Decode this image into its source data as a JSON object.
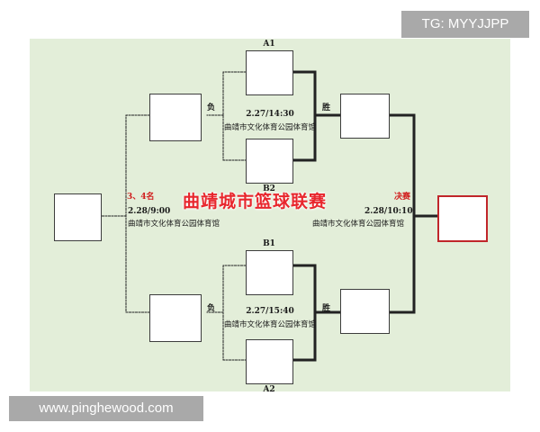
{
  "title": "曲靖城市篮球联赛",
  "watermark_tag": "TG: MYYJJPP",
  "watermark_site": "www.pinghewood.com",
  "colors": {
    "panel_bg": "#e3eed9",
    "title": "#e8262d",
    "final_border": "#c0262a"
  },
  "slots": {
    "a1": "A1",
    "b2": "B2",
    "b1": "B1",
    "a2": "A2"
  },
  "semifinal_1": {
    "date_time": "2.27/14:30",
    "venue": "曲靖市文化体育公园体育馆",
    "loser_label": "负",
    "winner_label": "胜"
  },
  "semifinal_2": {
    "date_time": "2.27/15:40",
    "venue": "曲靖市文化体育公园体育馆",
    "loser_label": "负",
    "winner_label": "胜"
  },
  "third_place": {
    "label": "3、4名",
    "date_time": "2.28/9:00",
    "venue": "曲靖市文化体育公园体育馆"
  },
  "final": {
    "label": "决赛",
    "date_time": "2.28/10:10",
    "venue": "曲靖市文化体育公园体育馆"
  }
}
